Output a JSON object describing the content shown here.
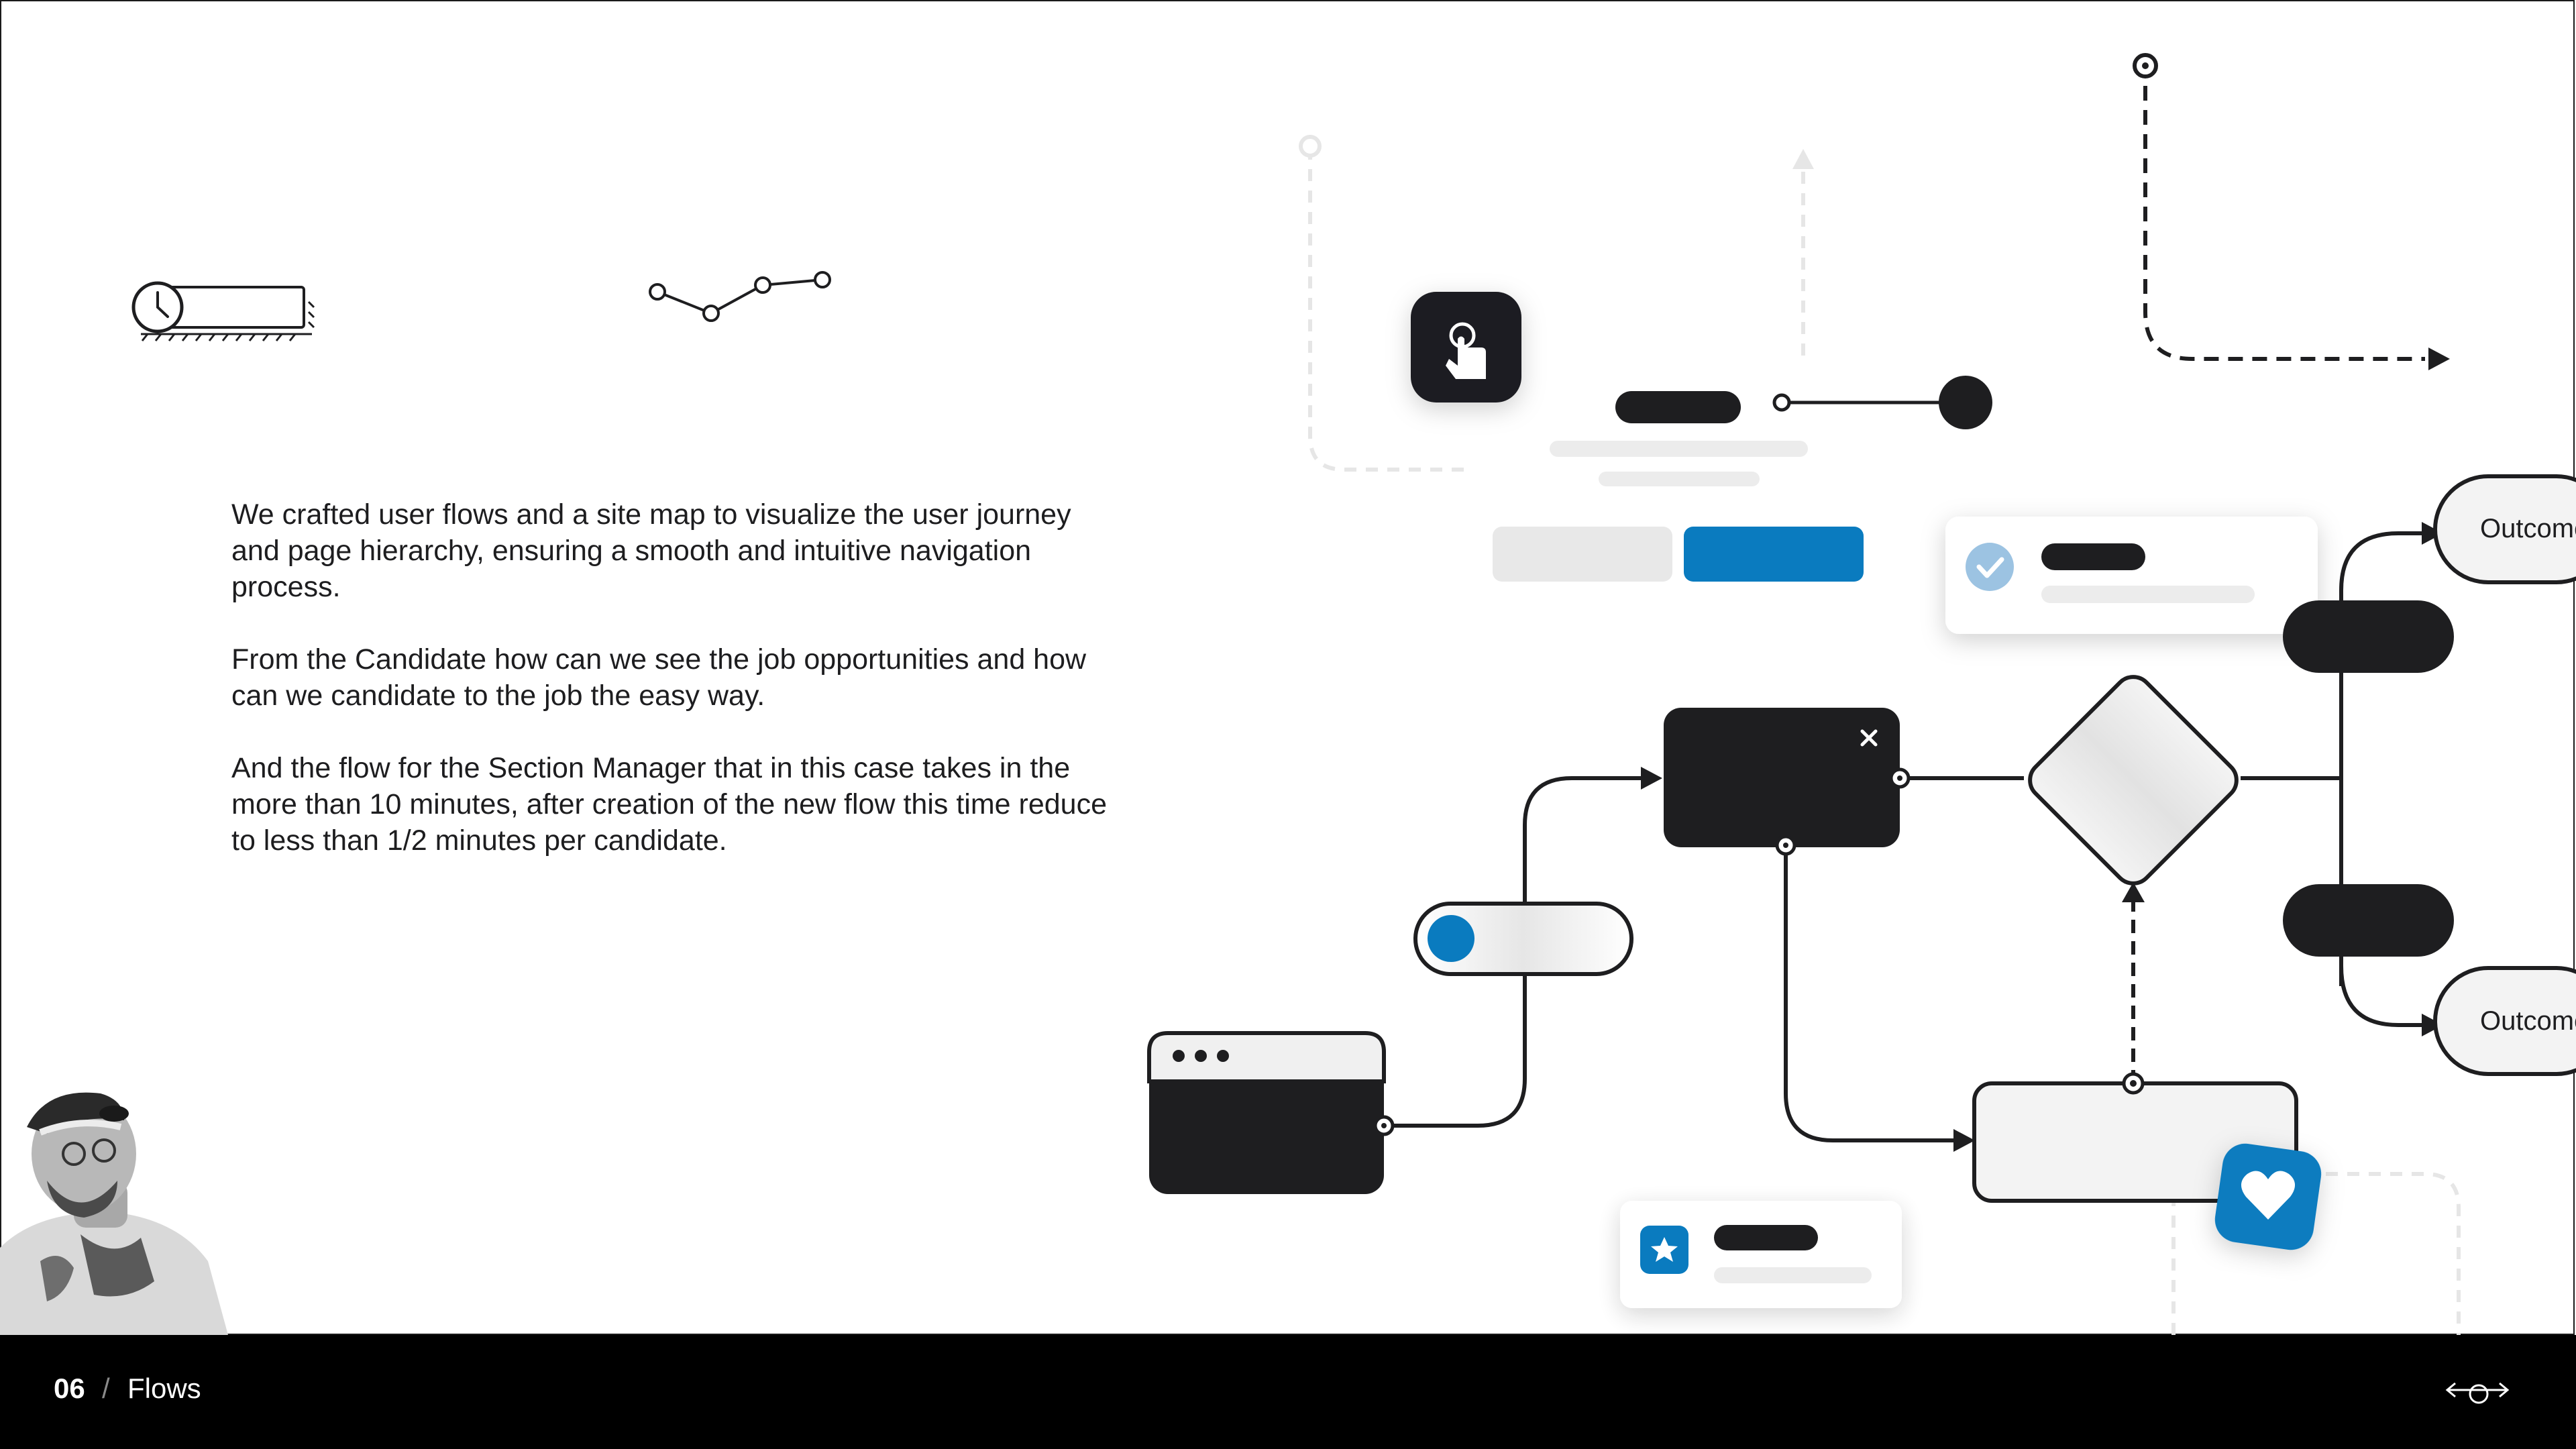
{
  "body": {
    "paragraphs": [
      "We crafted user flows and a site map to visualize the user journey and page hierarchy, ensuring a smooth and intuitive navigation process.",
      "From the Candidate how can we see the job opportunities and how can we candidate to the job the easy way.",
      "And the flow for the Section Manager that in this case takes in the more than 10 minutes, after creation of the new flow this time reduce to less than 1/2 minutes per candidate."
    ]
  },
  "diagram": {
    "outcome_top": "Outcome",
    "outcome_bottom": "Outcome",
    "close_glyph": "✕"
  },
  "footer": {
    "page_number": "06",
    "separator": "/",
    "section": "Flows"
  },
  "icons": [
    "clock-icon",
    "line-chart-icon",
    "tap-icon",
    "check-icon",
    "star-icon",
    "heart-icon",
    "close-icon",
    "logo-icon"
  ],
  "colors": {
    "accent_blue": "#0a7bbf",
    "dark": "#1e1e20",
    "light_gray": "#e8e8e8",
    "footer_bg": "#000000"
  }
}
